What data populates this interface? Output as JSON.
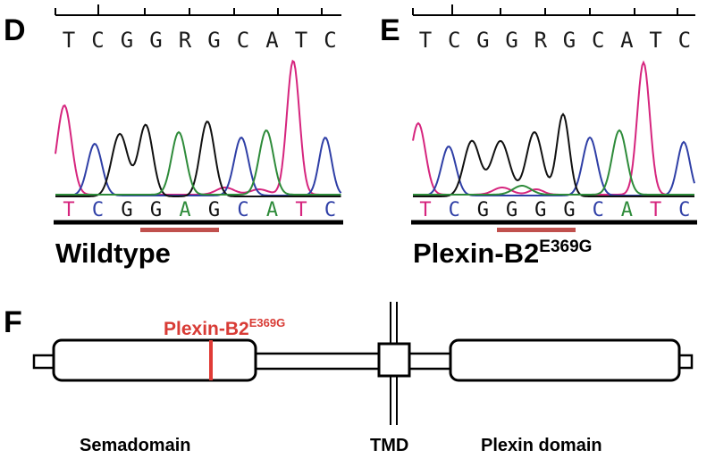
{
  "colors": {
    "A": "#2e8b3a",
    "C": "#2f3fa6",
    "G": "#111111",
    "T": "#d6257e",
    "ambiguous": "#e0524a",
    "highlight_bar": "#c0504d",
    "mutation_line": "#e03b36",
    "mutation_text": "#d83b35"
  },
  "panels": [
    {
      "letter": "D",
      "reference_bases": [
        "T",
        "C",
        "G",
        "G",
        "R",
        "G",
        "C",
        "A",
        "T",
        "C"
      ],
      "called_bases": [
        "T",
        "C",
        "G",
        "G",
        "A",
        "G",
        "C",
        "A",
        "T",
        "C"
      ],
      "caption": "Wildtype",
      "caption_superscript": "",
      "genotype": "wildtype"
    },
    {
      "letter": "E",
      "reference_bases": [
        "T",
        "C",
        "G",
        "G",
        "R",
        "G",
        "C",
        "A",
        "T",
        "C"
      ],
      "called_bases": [
        "T",
        "C",
        "G",
        "G",
        "G",
        "G",
        "C",
        "A",
        "T",
        "C"
      ],
      "caption": "Plexin-B2",
      "caption_superscript": "E369G",
      "genotype": "mutant"
    }
  ],
  "schematic": {
    "letter": "F",
    "mutation_label": "Plexin-B2",
    "mutation_superscript": "E369G",
    "labels": {
      "semadomain": "Semadomain",
      "tmd": "TMD",
      "plexin_domain": "Plexin domain"
    }
  }
}
